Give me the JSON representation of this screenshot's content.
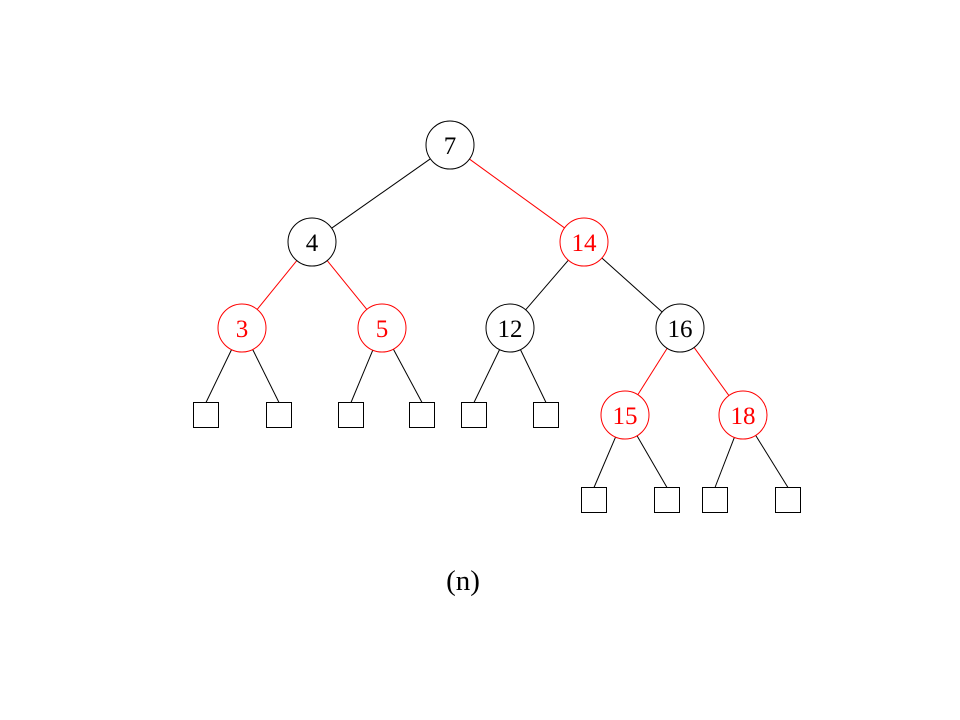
{
  "colors": {
    "black": "#000000",
    "red": "#ff0000"
  },
  "caption": "(n)",
  "tree": {
    "nodes": [
      {
        "id": "n7",
        "label": "7",
        "color": "black"
      },
      {
        "id": "n4",
        "label": "4",
        "color": "black"
      },
      {
        "id": "n14",
        "label": "14",
        "color": "red"
      },
      {
        "id": "n3",
        "label": "3",
        "color": "red"
      },
      {
        "id": "n5",
        "label": "5",
        "color": "red"
      },
      {
        "id": "n12",
        "label": "12",
        "color": "black"
      },
      {
        "id": "n16",
        "label": "16",
        "color": "black"
      },
      {
        "id": "n15",
        "label": "15",
        "color": "red"
      },
      {
        "id": "n18",
        "label": "18",
        "color": "red"
      }
    ],
    "edges": [
      {
        "from": "n7",
        "to": "n4",
        "color": "black"
      },
      {
        "from": "n7",
        "to": "n14",
        "color": "red"
      },
      {
        "from": "n4",
        "to": "n3",
        "color": "red"
      },
      {
        "from": "n4",
        "to": "n5",
        "color": "red"
      },
      {
        "from": "n14",
        "to": "n12",
        "color": "black"
      },
      {
        "from": "n14",
        "to": "n16",
        "color": "black"
      },
      {
        "from": "n16",
        "to": "n15",
        "color": "red"
      },
      {
        "from": "n16",
        "to": "n18",
        "color": "red"
      }
    ],
    "nil_leaves": [
      {
        "parent": "n3"
      },
      {
        "parent": "n3"
      },
      {
        "parent": "n5"
      },
      {
        "parent": "n5"
      },
      {
        "parent": "n12"
      },
      {
        "parent": "n12"
      },
      {
        "parent": "n15"
      },
      {
        "parent": "n15"
      },
      {
        "parent": "n18"
      },
      {
        "parent": "n18"
      }
    ]
  }
}
